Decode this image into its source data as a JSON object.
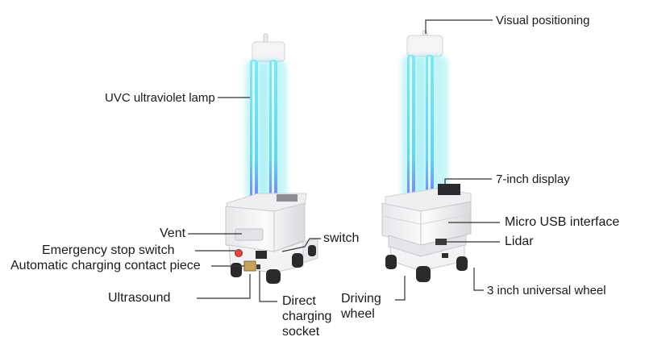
{
  "labels": {
    "uvc_lamp": "UVC ultraviolet lamp",
    "vent": "Vent",
    "emergency_stop": "Emergency stop switch",
    "charging_contact": "Automatic charging contact piece",
    "ultrasound": "Ultrasound",
    "switch": "switch",
    "direct_charging": "Direct charging socket",
    "visual_positioning": "Visual positioning",
    "display": "7-inch display",
    "micro_usb": "Micro USB interface",
    "lidar": "Lidar",
    "driving_wheel": "Driving wheel",
    "universal_wheel": "3 inch universal wheel"
  },
  "colors": {
    "uv_glow": "#5fe3f0",
    "uv_core": "#e9ffff",
    "uv_blue": "#6b7cff",
    "body_white": "#f4f4f6",
    "body_shadow": "#c9cacd",
    "wheel": "#2a2a2c",
    "leader": "#333333",
    "stop_button": "#e0463c"
  }
}
